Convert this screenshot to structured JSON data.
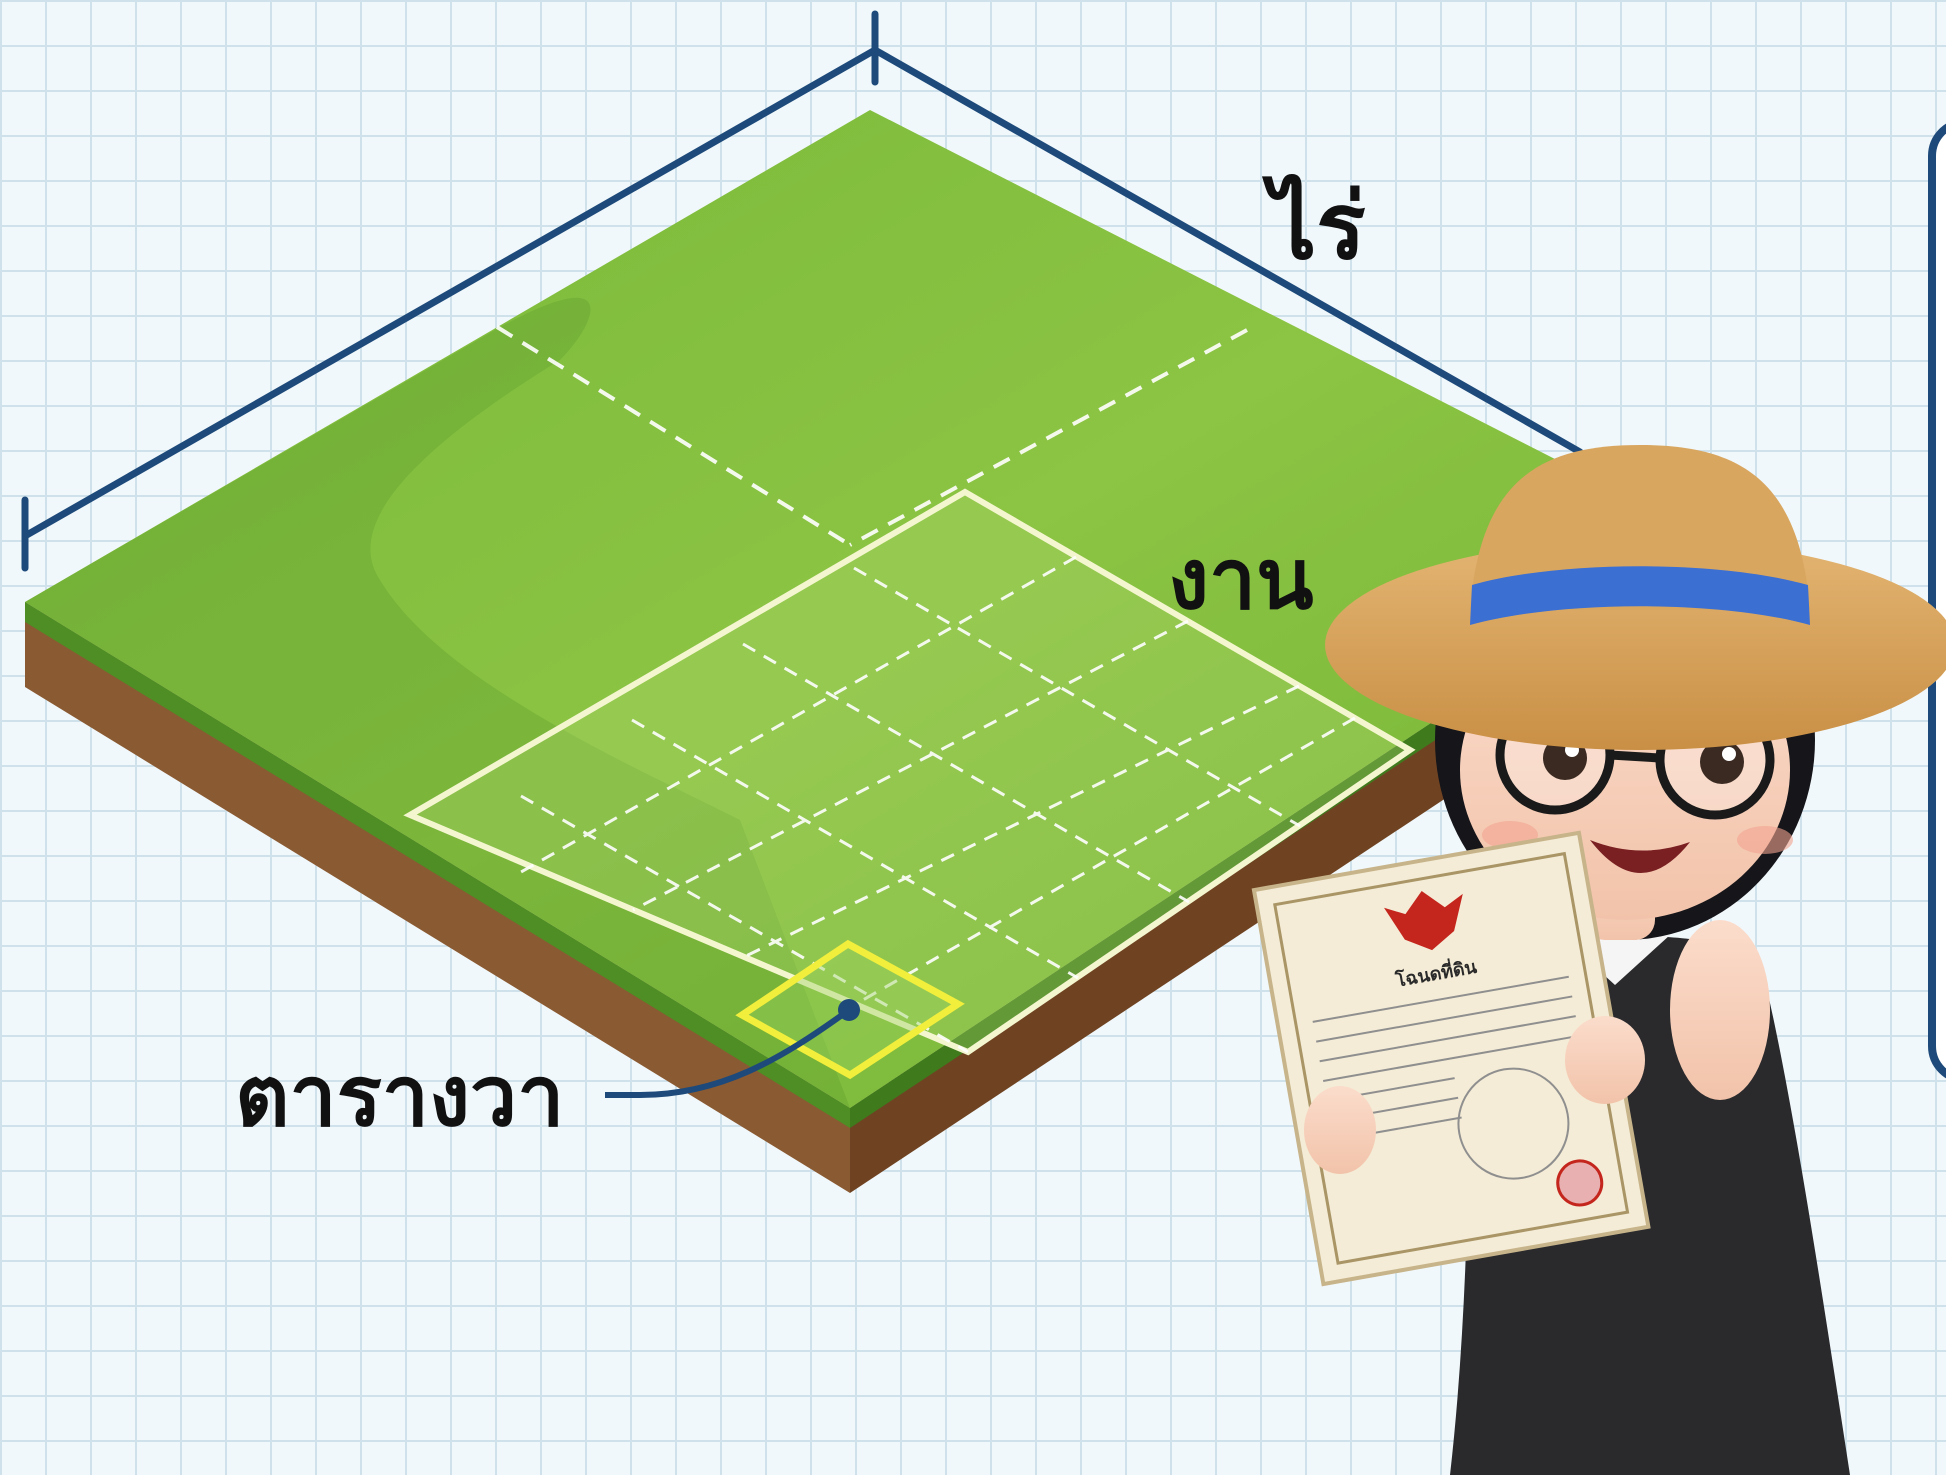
{
  "labels": {
    "rai": "ไร่",
    "ngan": "งาน",
    "talang_wa": "ตารางวา"
  },
  "deed": {
    "title": "โฉนดที่ดิน"
  },
  "colors": {
    "grass": "#7dbb3f",
    "grass_dark": "#5c9c2a",
    "soil": "#8a5a32",
    "dimension_line": "#1d4a7a",
    "highlight": "#f2ef3c",
    "grid_background": "#f1f8fb"
  }
}
